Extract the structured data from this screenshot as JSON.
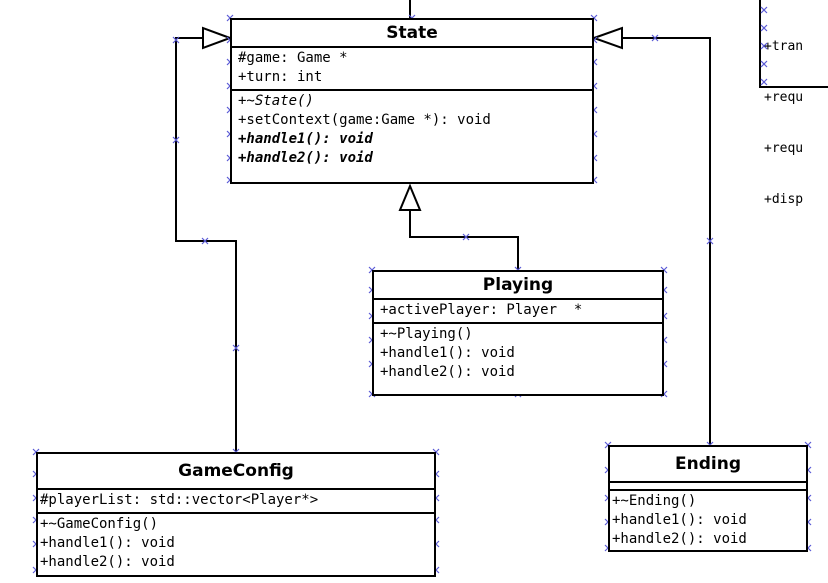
{
  "classes": {
    "state": {
      "name": "State",
      "attributes": [
        "#game: Game *",
        "+turn: int"
      ],
      "methods": [
        "+~State()",
        "+setContext(game:Game *): void",
        "+handle1(): void",
        "+handle2(): void"
      ]
    },
    "playing": {
      "name": "Playing",
      "attributes": [
        "+activePlayer: Player  *"
      ],
      "methods": [
        "+~Playing()",
        "+handle1(): void",
        "+handle2(): void"
      ]
    },
    "gameconfig": {
      "name": "GameConfig",
      "attributes": [
        "#playerList: std::vector<Player*>"
      ],
      "methods": [
        "+~GameConfig()",
        "+handle1(): void",
        "+handle2(): void"
      ]
    },
    "ending": {
      "name": "Ending",
      "attributes": [],
      "methods": [
        "+~Ending()",
        "+handle1(): void",
        "+handle2(): void"
      ]
    }
  },
  "partial_box": {
    "rows": [
      "+tran",
      "+requ",
      "+requ",
      "+disp"
    ]
  },
  "colors": {
    "line": "#000000",
    "handle": "#5b5bd6"
  }
}
